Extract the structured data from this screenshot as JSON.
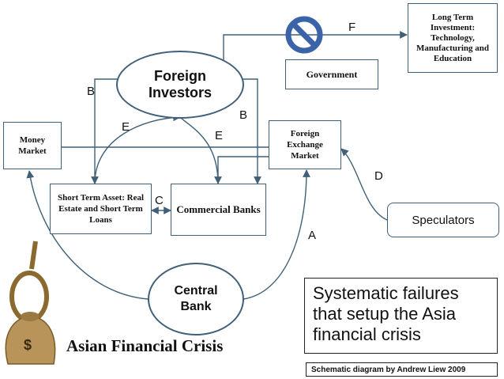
{
  "nodes": {
    "foreign_investors": "Foreign Investors",
    "long_term": "Long Term Investment: Technology, Manufacturing and Education",
    "government": "Government",
    "money_market": "Money Market",
    "forex_market": "Foreign Exchange Market",
    "short_term": "Short Term Asset: Real Estate and Short Term Loans",
    "commercial_banks": "Commercial Banks",
    "speculators": "Speculators",
    "central_bank": "Central Bank"
  },
  "edge_labels": {
    "a": "A",
    "b1": "B",
    "b2": "B",
    "c": "C",
    "d": "D",
    "e1": "E",
    "e2": "E",
    "f": "F"
  },
  "icons": {
    "prohibited": "no-entry-icon",
    "noose": "noose-money-bag-icon"
  },
  "money_bag_symbol": "$",
  "caption": "Asian Financial Crisis",
  "summary": "Systematic failures that setup the Asia financial crisis",
  "credit": "Schematic diagram by Andrew Liew 2009",
  "colors": {
    "line": "#3f6078",
    "prohibited_fill": "#3b64a8",
    "rope": "#8a6a2e",
    "bag": "#b8935a"
  }
}
